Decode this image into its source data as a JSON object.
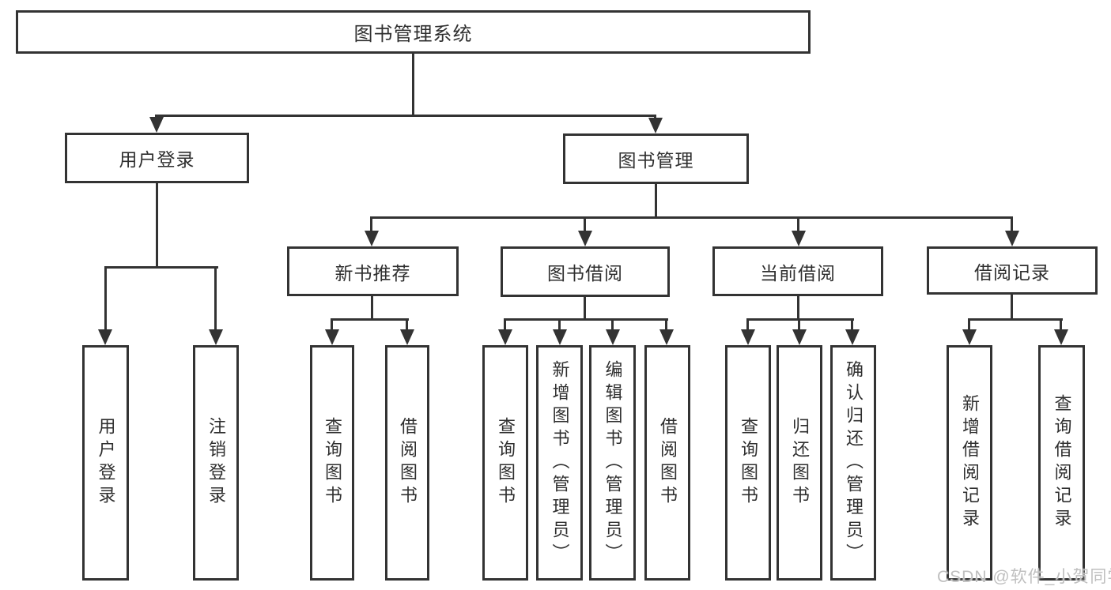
{
  "colors": {
    "line": "#333333",
    "box_border": "#333333",
    "box_background": "#ffffff",
    "text": "#2f2f2f",
    "page_background": "#ffffff",
    "watermark": "#bfbfbf"
  },
  "tree": {
    "root": {
      "label": "图书管理系统",
      "children": [
        {
          "label": "用户登录",
          "children": [
            {
              "label": "用户登录"
            },
            {
              "label": "注销登录"
            }
          ]
        },
        {
          "label": "图书管理",
          "children": [
            {
              "label": "新书推荐",
              "children": [
                {
                  "label": "查询图书"
                },
                {
                  "label": "借阅图书"
                }
              ]
            },
            {
              "label": "图书借阅",
              "children": [
                {
                  "label": "查询图书"
                },
                {
                  "label": "新增图书（管理员）"
                },
                {
                  "label": "编辑图书（管理员）"
                },
                {
                  "label": "借阅图书"
                }
              ]
            },
            {
              "label": "当前借阅",
              "children": [
                {
                  "label": "查询图书"
                },
                {
                  "label": "归还图书"
                },
                {
                  "label": "确认归还（管理员）"
                }
              ]
            },
            {
              "label": "借阅记录",
              "children": [
                {
                  "label": "新增借阅记录"
                },
                {
                  "label": "查询借阅记录"
                }
              ]
            }
          ]
        }
      ]
    }
  },
  "watermark": {
    "text": "CSDN @软件_小贺同学"
  }
}
